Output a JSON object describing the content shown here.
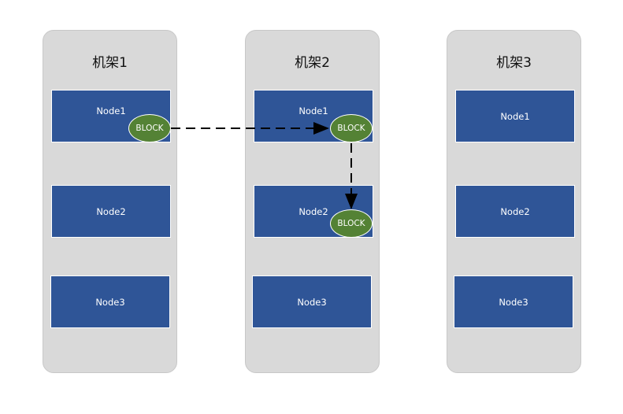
{
  "racks": [
    {
      "title": "机架1",
      "nodes": [
        "Node1",
        "Node2",
        "Node3"
      ]
    },
    {
      "title": "机架2",
      "nodes": [
        "Node1",
        "Node2",
        "Node3"
      ]
    },
    {
      "title": "机架3",
      "nodes": [
        "Node1",
        "Node2",
        "Node3"
      ]
    }
  ],
  "block_label": "BLOCK",
  "colors": {
    "rack_fill": "#d9d9d9",
    "node_fill": "#2f5597",
    "block_fill": "#548235",
    "arrow": "#000000"
  }
}
